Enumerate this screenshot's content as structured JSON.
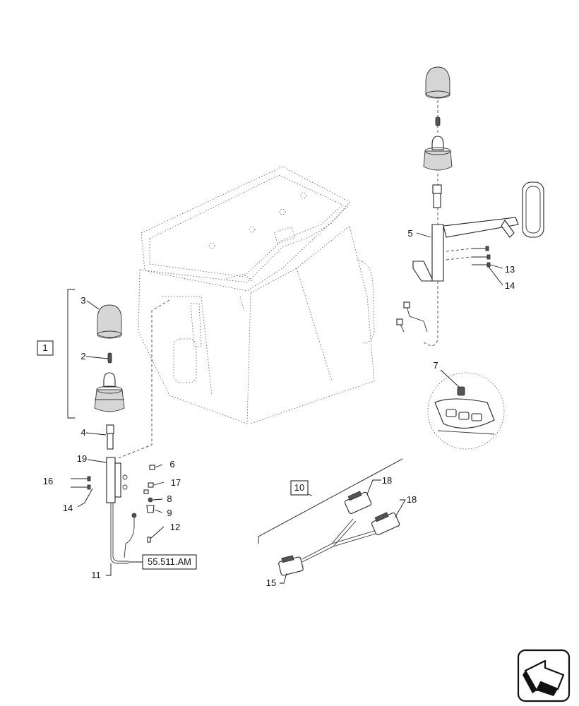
{
  "callouts": {
    "c1": "1",
    "c2": "2",
    "c3": "3",
    "c4": "4",
    "c5": "5",
    "c6": "6",
    "c7": "7",
    "c8": "8",
    "c9": "9",
    "c10": "10",
    "c11": "11",
    "c12": "12",
    "c13": "13",
    "c14a": "14",
    "c14b": "14",
    "c15": "15",
    "c16": "16",
    "c17": "17",
    "c18a": "18",
    "c18b": "18",
    "c19": "19"
  },
  "reference": {
    "label": "55.511.AM"
  },
  "icons": {
    "nav": "arrow-next-icon"
  },
  "colors": {
    "line": "#222222",
    "shade": "#d6d6d6",
    "background": "#ffffff"
  }
}
